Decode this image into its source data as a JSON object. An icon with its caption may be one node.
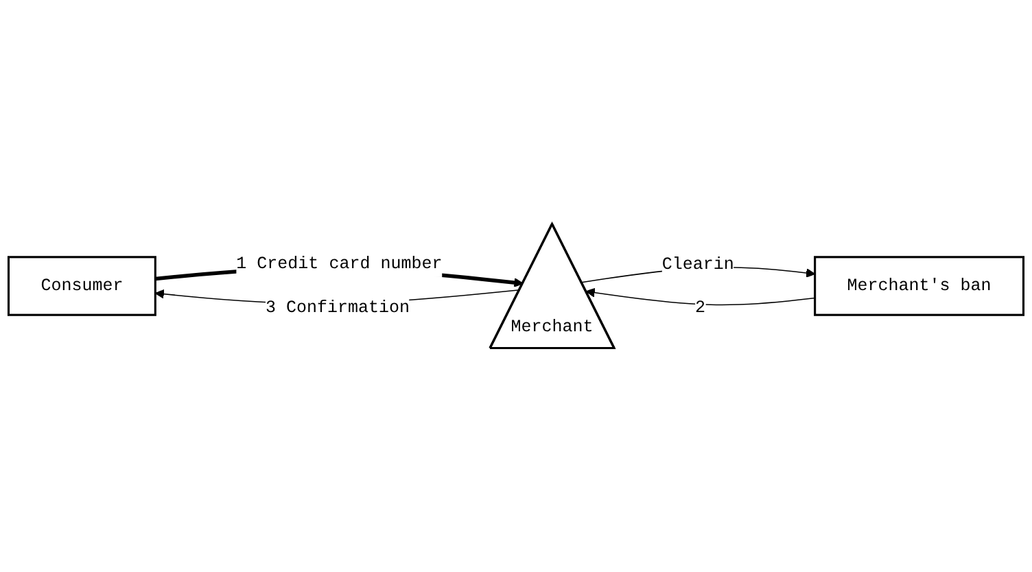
{
  "diagram": {
    "nodes": [
      {
        "text": [
          "Consumer"
        ]
      },
      {
        "text": [
          "Merchant"
        ]
      },
      {
        "text": [
          "Merchant's ban"
        ]
      }
    ],
    "edges": [
      {
        "from": 0,
        "to": 1,
        "arrow": "to",
        "label": "1 Credit card number",
        "style": "thick"
      },
      {
        "from": 1,
        "to": 0,
        "arrow": "to",
        "label": "3 Confirmation"
      },
      {
        "from": 2,
        "to": 1,
        "arrow": "to",
        "label": "2"
      },
      {
        "from": 1,
        "to": 2,
        "arrow": "to",
        "label": "Clearin"
      }
    ]
  }
}
